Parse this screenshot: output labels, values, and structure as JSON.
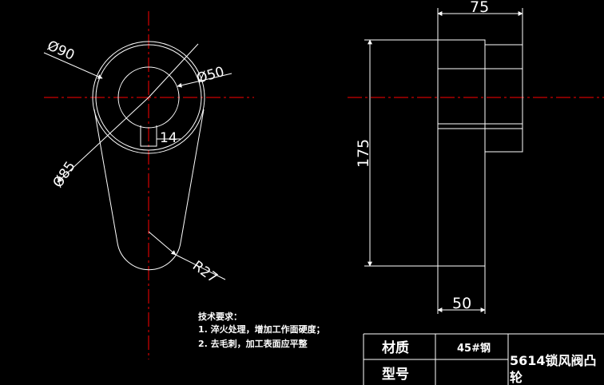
{
  "dimensions": {
    "d90": "Ø90",
    "d50": "Ø50",
    "d85": "Ø85",
    "key": "14",
    "r27": "R27",
    "w75": "75",
    "h175": "175",
    "w50": "50"
  },
  "notes": {
    "title": "技术要求：",
    "line1": "1. 淬火处理，增加工作面硬度；",
    "line2": "2. 去毛刺，加工表面应平整"
  },
  "title_block": {
    "material_label": "材质",
    "material_value": "45#钢",
    "model_label": "型号",
    "model_value": "",
    "part_name_line1": "5614锁风阀凸",
    "part_name_line2": "轮"
  },
  "colors": {
    "background": "#000000",
    "geometry": "#ffffff",
    "centerline": "#ff0000"
  }
}
